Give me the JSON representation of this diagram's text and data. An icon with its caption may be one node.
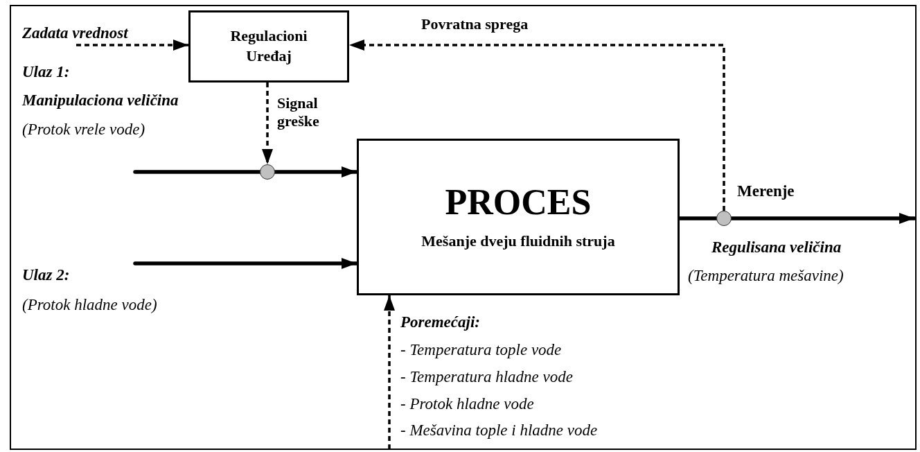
{
  "diagram": {
    "nodes": [
      {
        "text": [
          "Regulacioni Uređaj"
        ]
      },
      {
        "text": [
          "PROCES",
          "Mešanje dveju fluidnih struja"
        ]
      },
      {
        "text": [],
        "shape": "circle"
      },
      {
        "text": [],
        "shape": "circle",
        "beside": [
          "Merenje"
        ]
      },
      {
        "text": [
          "Zadata vrednost"
        ]
      }
    ],
    "edges": [
      {
        "from": 4,
        "to": 0,
        "arrow": "to",
        "style": "dashed"
      },
      {
        "from": 0,
        "to": 2,
        "arrow": "to",
        "style": "dashed",
        "label": "Signal greške"
      },
      {
        "from": null,
        "to": 2,
        "arrow": "none"
      },
      {
        "from": 2,
        "to": 1,
        "arrow": "to"
      },
      {
        "from": null,
        "to": 1,
        "arrow": "to"
      },
      {
        "from": 1,
        "to": 3,
        "arrow": "none"
      },
      {
        "from": 3,
        "to": null,
        "arrow": "to"
      },
      {
        "from": 3,
        "to": 0,
        "arrow": "to",
        "style": "dashed",
        "label": "Povratna sprega"
      },
      {
        "from": null,
        "to": 1,
        "arrow": "to",
        "style": "dashed"
      }
    ],
    "labels": [
      "Ulaz 1:",
      "Manipulaciona veličina",
      "(Protok vrele vode)",
      "Ulaz 2:",
      "(Protok hladne vode)",
      "Regulisana veličina",
      "(Temperatura mešavine)",
      "Poremećaji:",
      "- Temperatura tople vode",
      "- Temperatura hladne vode",
      "- Protok hladne vode",
      "- Mešavina tople i hladne vode"
    ]
  }
}
